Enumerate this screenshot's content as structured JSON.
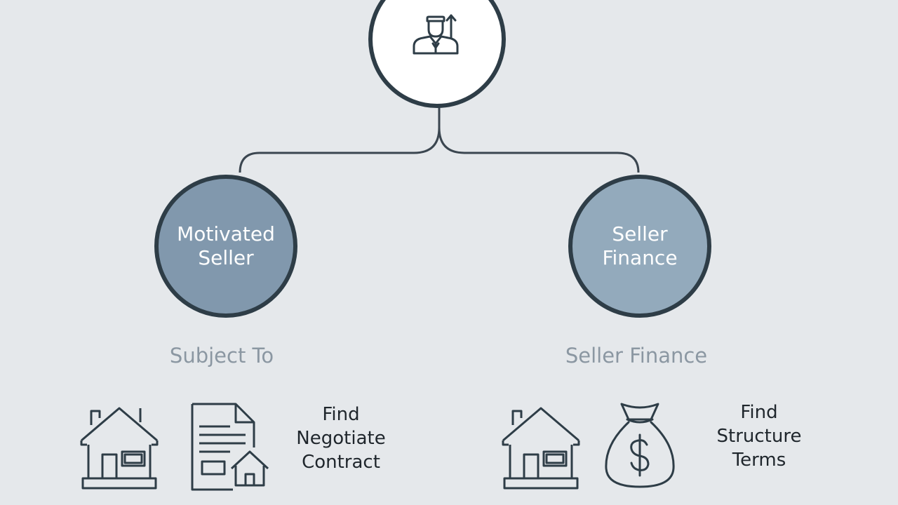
{
  "top_node": {
    "icon": "person-arrow-up-icon"
  },
  "branches": [
    {
      "node_label": "Motivated\nSeller",
      "section_title": "Subject To",
      "icons": [
        "house-icon",
        "document-house-icon"
      ],
      "steps": [
        "Find",
        "Negotiate",
        "Contract"
      ]
    },
    {
      "node_label": "Seller\nFinance",
      "section_title": "Seller Finance",
      "icons": [
        "house-icon",
        "money-bag-icon"
      ],
      "steps": [
        "Find",
        "Structure",
        "Terms"
      ]
    }
  ],
  "colors": {
    "background": "#e5e8eb",
    "node_border": "#2e3d47",
    "left_node_fill": "#8198ad",
    "right_node_fill": "#93aabc",
    "section_title": "#8b97a2",
    "step_text": "#1f262c"
  }
}
